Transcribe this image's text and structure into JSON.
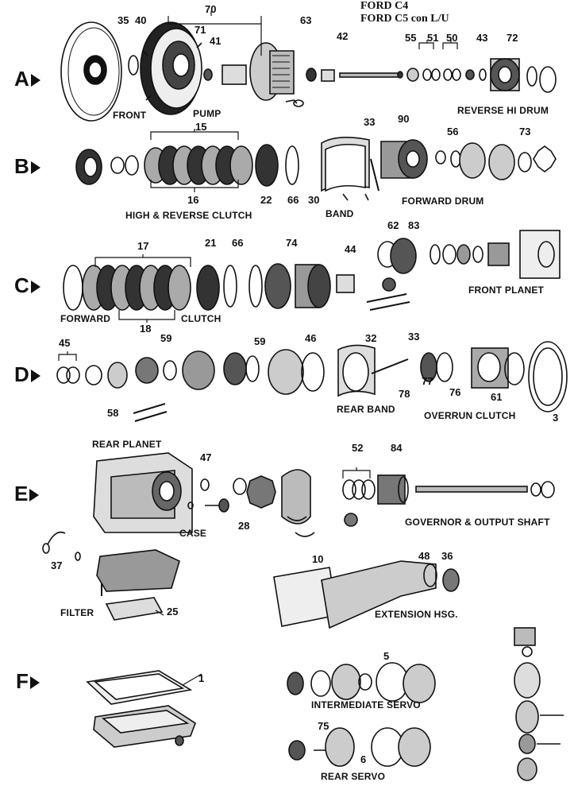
{
  "header": {
    "line1": "FORD C4",
    "line2": "FORD C5  con  L/U"
  },
  "rows": [
    "A",
    "B",
    "C",
    "D",
    "E",
    "F"
  ],
  "callouts": {
    "c35": "35",
    "c40": "40",
    "c70": "70",
    "c71": "71",
    "c41": "41",
    "c63": "63",
    "c42": "42",
    "c55": "55",
    "c51": "51",
    "c50": "50",
    "c43": "43",
    "c72": "72",
    "c15": "15",
    "c33a": "33",
    "c90": "90",
    "c56": "56",
    "c73": "73",
    "c16": "16",
    "c22": "22",
    "c66a": "66",
    "c30": "30",
    "c17": "17",
    "c21": "21",
    "c66b": "66",
    "c74": "74",
    "c44": "44",
    "c62": "62",
    "c83": "83",
    "c18": "18",
    "c45": "45",
    "c59a": "59",
    "c59b": "59",
    "c46": "46",
    "c32": "32",
    "c33b": "33",
    "c58": "58",
    "c77": "77",
    "c78": "78",
    "c76": "76",
    "c61": "61",
    "c3": "3",
    "c47": "47",
    "c52": "52",
    "c84": "84",
    "c28": "28",
    "c37": "37",
    "c10": "10",
    "c48": "48",
    "c36": "36",
    "c25": "25",
    "c1": "1",
    "c5": "5",
    "c75": "75",
    "c6": "6"
  },
  "captions": {
    "front": "FRONT",
    "pump": "PUMP",
    "reverse_hi_drum": "REVERSE HI DRUM",
    "high_reverse_clutch": "HIGH & REVERSE CLUTCH",
    "band": "BAND",
    "forward_drum": "FORWARD DRUM",
    "front_planet": "FRONT PLANET",
    "forward": "FORWARD",
    "clutch": "CLUTCH",
    "rear_band": "REAR BAND",
    "overrun_clutch": "OVERRUN CLUTCH",
    "rear_planet": "REAR PLANET",
    "case": "CASE",
    "governor_output_shaft": "GOVERNOR & OUTPUT SHAFT",
    "filter": "FILTER",
    "extension_hsg": "EXTENSION HSG.",
    "intermediate_servo": "INTERMEDIATE SERVO",
    "rear_servo": "REAR SERVO"
  }
}
